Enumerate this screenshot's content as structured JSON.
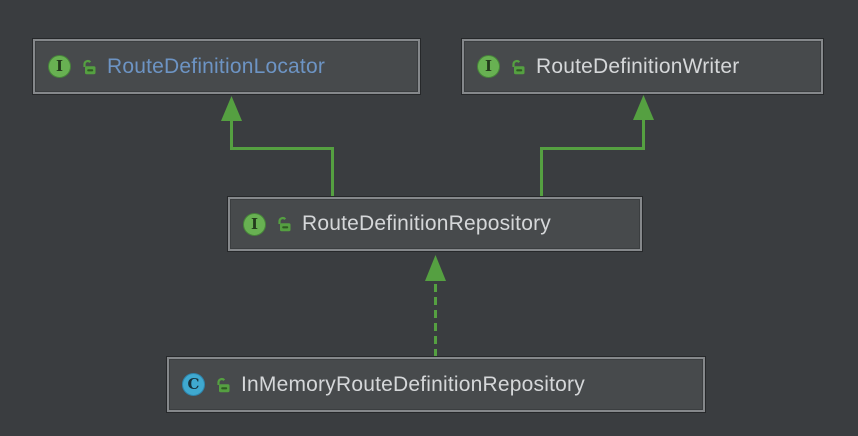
{
  "theme": {
    "bg": "#3A3D40",
    "node-bg": "#474A4C",
    "node-border": "#85888B",
    "node-outline": "#26282A",
    "text": "#D5D7D9",
    "selected-text": "#6D94C4",
    "green": "#55A041",
    "icon-interface-bg": "#68B152",
    "icon-class-bg": "#3FA9D0"
  },
  "diagram": {
    "type": "uml-class-diagram",
    "nodes": [
      {
        "name": "RouteDefinitionLocator",
        "kind": "interface",
        "icon_letter": "I",
        "visibility": "public",
        "selected": true
      },
      {
        "name": "RouteDefinitionWriter",
        "kind": "interface",
        "icon_letter": "I",
        "visibility": "public",
        "selected": false
      },
      {
        "name": "RouteDefinitionRepository",
        "kind": "interface",
        "icon_letter": "I",
        "visibility": "public",
        "selected": false
      },
      {
        "name": "InMemoryRouteDefinitionRepository",
        "kind": "class",
        "icon_letter": "C",
        "visibility": "public",
        "selected": false
      }
    ],
    "edges": [
      {
        "from": "RouteDefinitionRepository",
        "to": "RouteDefinitionLocator",
        "relation": "extends",
        "line": "solid"
      },
      {
        "from": "RouteDefinitionRepository",
        "to": "RouteDefinitionWriter",
        "relation": "extends",
        "line": "solid"
      },
      {
        "from": "InMemoryRouteDefinitionRepository",
        "to": "RouteDefinitionRepository",
        "relation": "implements",
        "line": "dashed"
      }
    ]
  }
}
